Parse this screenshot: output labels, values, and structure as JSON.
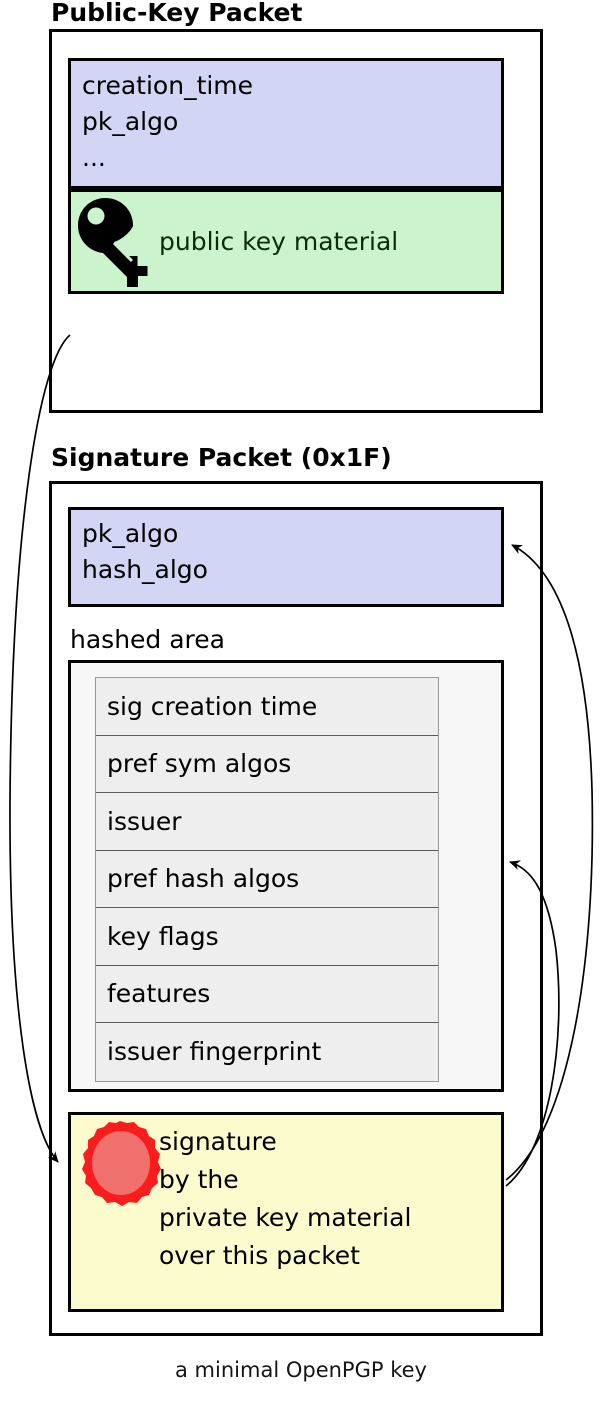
{
  "diagram": {
    "caption": "a minimal OpenPGP key",
    "colors": {
      "meta_block": "#d3d5f4",
      "key_material_block": "#ccf4cc",
      "hashed_area_block": "#f7f7f7",
      "hashed_row": "#eeeeee",
      "signature_block": "#fbfbcd",
      "seal_outer": "#fb1d1d",
      "seal_inner": "#f0706e",
      "stroke": "#000000"
    }
  },
  "public_key_packet": {
    "title": "Public-Key Packet",
    "meta_block": {
      "lines": [
        "creation_time",
        "pk_algo",
        "..."
      ]
    },
    "key_material_block": {
      "icon": "key-icon",
      "label": "public key material"
    }
  },
  "signature_packet": {
    "title": "Signature Packet (0x1F)",
    "algo_block": {
      "lines": [
        "pk_algo",
        "hash_algo"
      ]
    },
    "hashed_area": {
      "label": "hashed area",
      "subpackets": [
        "sig creation time",
        "pref sym algos",
        "issuer",
        "pref hash algos",
        "key flags",
        "features",
        "issuer fingerprint"
      ]
    },
    "signature_block": {
      "icon": "seal-icon",
      "lines": [
        "signature",
        "by the",
        "private key material",
        "over this packet"
      ]
    }
  },
  "arrows": [
    {
      "name": "public-key-to-signature",
      "from": "public-key-packet",
      "to": "signature-block"
    },
    {
      "name": "signature-to-algo-block",
      "from": "signature-block",
      "to": "signature-algo-block"
    },
    {
      "name": "signature-to-hashed-area",
      "from": "signature-block",
      "to": "hashed-area"
    }
  ]
}
